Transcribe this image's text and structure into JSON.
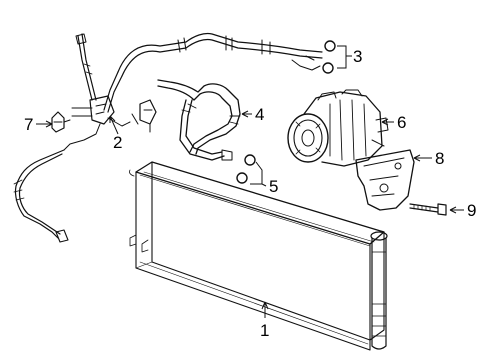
{
  "diagram": {
    "callouts": [
      {
        "id": "1",
        "label": "1",
        "part": "condenser"
      },
      {
        "id": "2",
        "label": "2",
        "part": "suction-discharge-hose"
      },
      {
        "id": "3",
        "label": "3",
        "part": "o-rings"
      },
      {
        "id": "4",
        "label": "4",
        "part": "liquid-line"
      },
      {
        "id": "5",
        "label": "5",
        "part": "o-rings"
      },
      {
        "id": "6",
        "label": "6",
        "part": "compressor"
      },
      {
        "id": "7",
        "label": "7",
        "part": "pressure-sensor"
      },
      {
        "id": "8",
        "label": "8",
        "part": "compressor-bracket"
      },
      {
        "id": "9",
        "label": "9",
        "part": "bolt"
      }
    ]
  }
}
